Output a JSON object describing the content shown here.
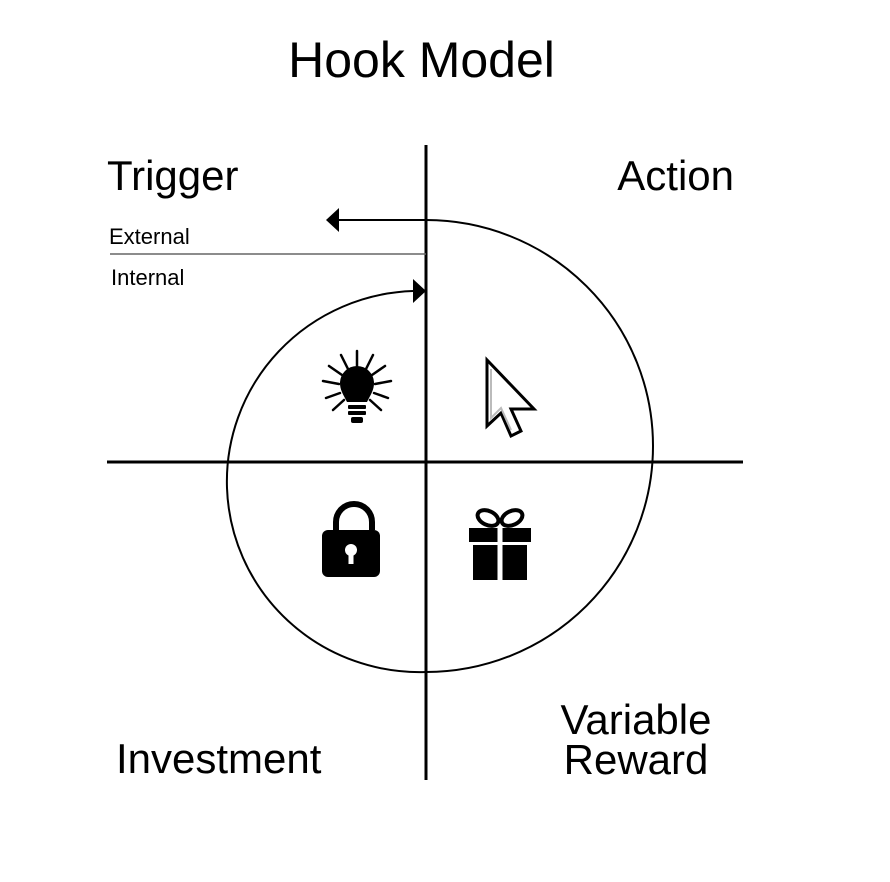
{
  "title": "Hook Model",
  "quadrants": {
    "trigger": {
      "label": "Trigger",
      "sub_labels": [
        "External",
        "Internal"
      ],
      "icon": "lightbulb-icon"
    },
    "action": {
      "label": "Action",
      "icon": "mouse-cursor-icon"
    },
    "variable_reward": {
      "label_line1": "Variable",
      "label_line2": "Reward",
      "icon": "gift-icon"
    },
    "investment": {
      "label": "Investment",
      "icon": "unlocked-padlock-icon"
    }
  },
  "colors": {
    "line": "#000000",
    "background": "#ffffff",
    "divider": "#666666"
  }
}
